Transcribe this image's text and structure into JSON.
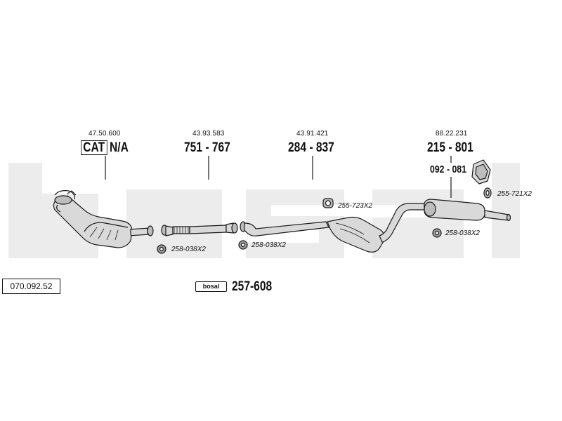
{
  "watermark": {
    "text": "bosal",
    "color": "#ececec"
  },
  "diagram_code": "070.092.52",
  "labels": {
    "cat": {
      "ref": "47.50.600",
      "box": "CAT",
      "part": "N/A"
    },
    "front_pipe": {
      "ref": "43.93.583",
      "part": "751 - 767"
    },
    "middle_silencer": {
      "ref": "43.91.421",
      "part": "284 - 837"
    },
    "rear_silencer": {
      "ref": "88.22.231",
      "part": "215 - 801"
    },
    "bracket": {
      "part": "092 - 081"
    },
    "assembly_kit": {
      "badge": "bosal",
      "part": "257-608"
    }
  },
  "small_parts": [
    {
      "id": "rubber-mount",
      "label": "255-723X2"
    },
    {
      "id": "rear-rubber-ring",
      "label": "255-721X2"
    },
    {
      "id": "gasket-1",
      "label": "258-038X2"
    },
    {
      "id": "gasket-2",
      "label": "258-038X2"
    },
    {
      "id": "gasket-3",
      "label": "258-038X2"
    }
  ],
  "colors": {
    "line": "#1a1a1a",
    "fill": "#d9d9d9",
    "fill_dark": "#9a9a9a"
  }
}
